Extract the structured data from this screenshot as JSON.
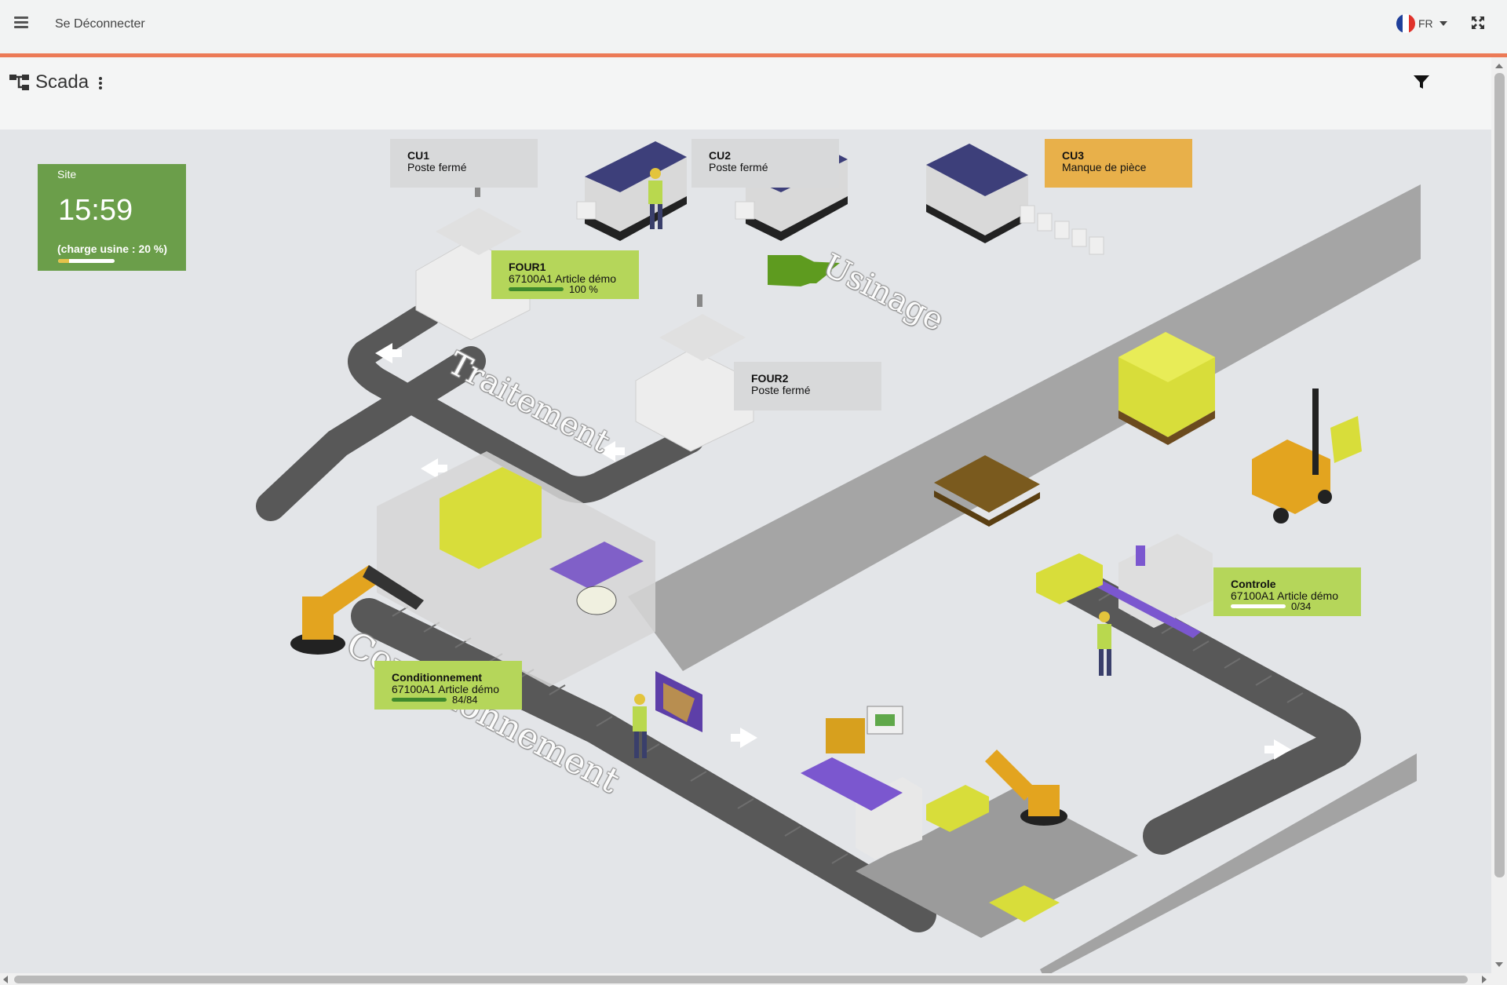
{
  "topbar": {
    "logout_label": "Se Déconnecter",
    "language": "FR",
    "flag_colors": [
      "#1f3f9a",
      "#ffffff",
      "#e0322b"
    ],
    "accent_color": "#ec7a56"
  },
  "page": {
    "title": "Scada"
  },
  "site": {
    "label": "Site",
    "time": "15:59",
    "load_text": "(charge usine : 20 %)",
    "load_percent": 20
  },
  "zones": {
    "usinage": "Usinage",
    "traitement": "Traitement",
    "conditionnement": "Conditionnement"
  },
  "machines": {
    "cu1": {
      "name": "CU1",
      "status": "Poste fermé",
      "color": "#d8d9da"
    },
    "cu2": {
      "name": "CU2",
      "status": "Poste fermé",
      "color": "#d8d9da"
    },
    "cu3": {
      "name": "CU3",
      "status": "Manque de pièce",
      "color": "#e8b04a"
    },
    "four1": {
      "name": "FOUR1",
      "status": "67100A1 Article démo",
      "progress_text": "100 %",
      "progress": 1.0
    },
    "four2": {
      "name": "FOUR2",
      "status": "Poste fermé"
    },
    "conditionnement": {
      "name": "Conditionnement",
      "status": "67100A1 Article démo",
      "progress_text": "84/84",
      "progress": 1.0
    },
    "controle": {
      "name": "Controle",
      "status": "67100A1 Article démo",
      "progress_text": "0/34",
      "progress": 0.0
    }
  },
  "icons": [
    "menu-icon",
    "flag-fr-icon",
    "fullscreen-icon",
    "scada-sitemap-icon",
    "kebab-menu-icon",
    "filter-icon"
  ]
}
